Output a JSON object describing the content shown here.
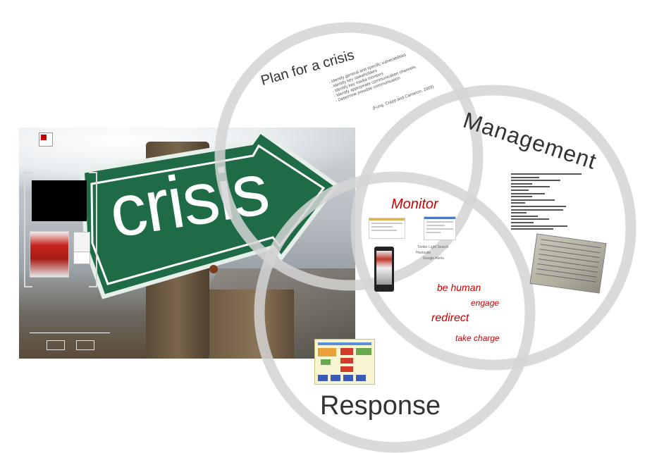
{
  "photo": {
    "sign_word": "crisis"
  },
  "circles": {
    "plan": {
      "title": "Plan for a crisis",
      "items": [
        "- Identify general and specific vulnerabilities",
        "- Identify key stakeholders",
        "- Identify key media monitors",
        "- Identify appropriate communication channels",
        "- Determine possible communication"
      ],
      "citation": "(Fung, Crapp and Cameron, 2009)"
    },
    "management": {
      "title": "Management"
    },
    "monitor": {
      "title": "Monitor",
      "tools": [
        "Twitter Light Search",
        "Hootsuite",
        "Google Alerts"
      ]
    },
    "response": {
      "title": "Response",
      "tips": [
        "be human",
        "engage",
        "redirect",
        "take charge"
      ]
    }
  },
  "colors": {
    "accent_red": "#cc0000",
    "circle_stroke": "#d9d9d9",
    "sign_green": "#1f6b46"
  }
}
